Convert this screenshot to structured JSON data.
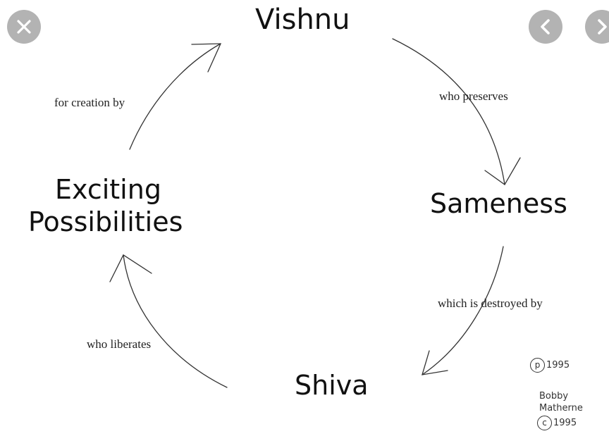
{
  "nodes": {
    "vishnu": "Vishnu",
    "sameness": "Sameness",
    "shiva": "Shiva",
    "possibilities_line1": "Exciting",
    "possibilities_line2": "Possibilities"
  },
  "edges": {
    "preserves": "who preserves",
    "destroyed": "which is destroyed by",
    "liberates": "who liberates",
    "creation": "for creation by"
  },
  "credit": {
    "p_symbol": "p",
    "p_year": "1995",
    "author_line1": "Bobby",
    "author_line2": "Matherne",
    "c_symbol": "c",
    "c_year": "1995"
  },
  "controls": {
    "close_icon": "close-icon",
    "prev_icon": "chevron-left-icon",
    "next_icon": "chevron-right-icon"
  }
}
